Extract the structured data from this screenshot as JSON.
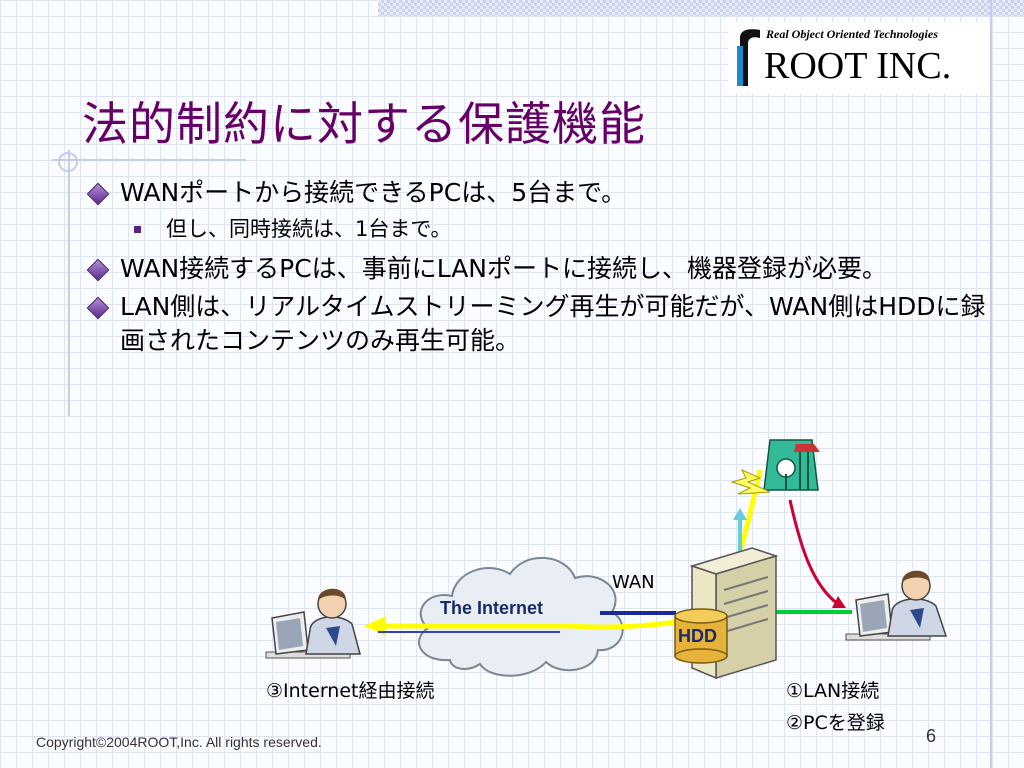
{
  "logo": {
    "tagline": "Real Object Oriented Technologies",
    "name": "ROOT INC."
  },
  "slide": {
    "title": "法的制約に対する保護機能",
    "bullets": [
      {
        "level": 1,
        "text": "WANポートから接続できるPCは、5台まで。"
      },
      {
        "level": 2,
        "text": "但し、同時接続は、1台まで。"
      },
      {
        "level": 1,
        "text": "WAN接続するPCは、事前にLANポートに接続し、機器登録が必要。"
      },
      {
        "level": 1,
        "text": "LAN側は、リアルタイムストリーミング再生が可能だが、WAN側はHDDに録画されたコンテンツのみ再生可能。"
      }
    ]
  },
  "diagram": {
    "cloud_label": "The Internet",
    "wan_label": "WAN",
    "hdd_label": "HDD",
    "label_internet_path": "③Internet経由接続",
    "label_lan": "①LAN接続",
    "label_register": "②PCを登録"
  },
  "footer": {
    "copyright": "Copyright©2004ROOT,Inc. All rights reserved.",
    "page_number": "6"
  },
  "colors": {
    "title": "#660066",
    "accent": "#552288",
    "path_yellow": "#ffff00",
    "wire_green": "#00cc33",
    "arrow_red": "#cc0033"
  }
}
